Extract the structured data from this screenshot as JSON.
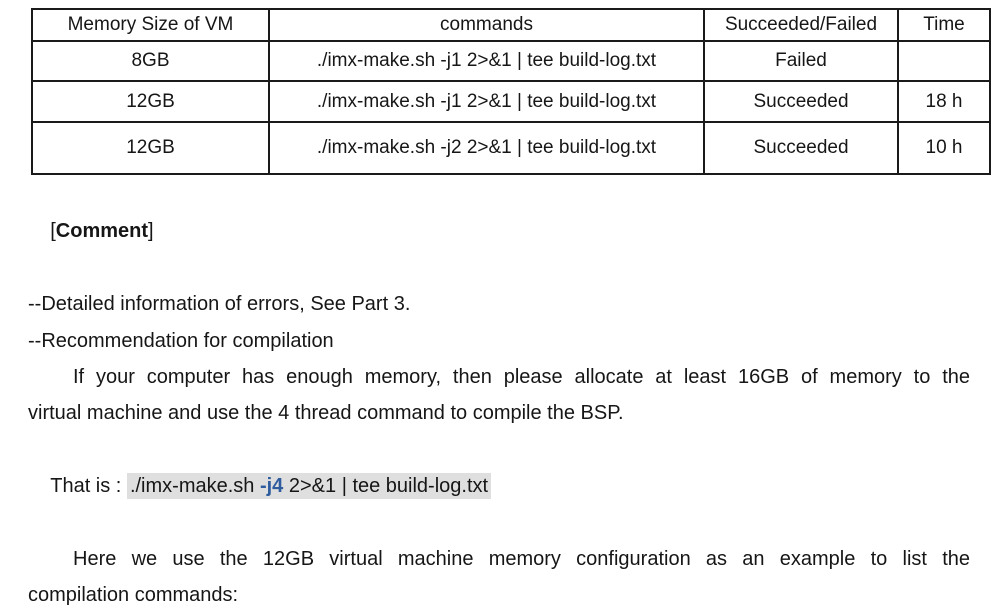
{
  "table": {
    "headers": {
      "memory": "Memory Size of VM",
      "commands": "commands",
      "status": "Succeeded/Failed",
      "time": "Time"
    },
    "rows": [
      {
        "memory": "8GB",
        "command": "./imx-make.sh -j1 2>&1 | tee build-log.txt",
        "status": "Failed",
        "time": ""
      },
      {
        "memory": "12GB",
        "command": "./imx-make.sh -j1 2>&1 | tee build-log.txt",
        "status": "Succeeded",
        "time": "18 h"
      },
      {
        "memory": "12GB",
        "command": "./imx-make.sh -j2 2>&1 | tee build-log.txt",
        "status": "Succeeded",
        "time": "10 h"
      }
    ]
  },
  "comment_heading": {
    "bracket_open": "[",
    "label": "Comment",
    "bracket_close": "]"
  },
  "notes": {
    "errors": "--Detailed information of errors, See Part 3.",
    "recommendation": "--Recommendation for compilation"
  },
  "memory_paragraph": {
    "line1": "If your computer has enough memory, then please allocate at least 16GB of memory to the",
    "line2": "virtual machine and use the 4 thread command to compile the BSP."
  },
  "command_line": {
    "prefix": "That is : ",
    "cmd_pre": "./imx-make.sh ",
    "cmd_flag": "-j4",
    "cmd_post": " 2>&1 | tee build-log.txt"
  },
  "example_paragraph": {
    "line1": "Here we use the 12GB virtual machine memory configuration as an example to list the",
    "line2": "compilation commands:"
  },
  "colors": {
    "flag_blue": "#2E5C9E",
    "highlight_gray": "#DFDFDF",
    "border_black": "#1a1a1a"
  }
}
